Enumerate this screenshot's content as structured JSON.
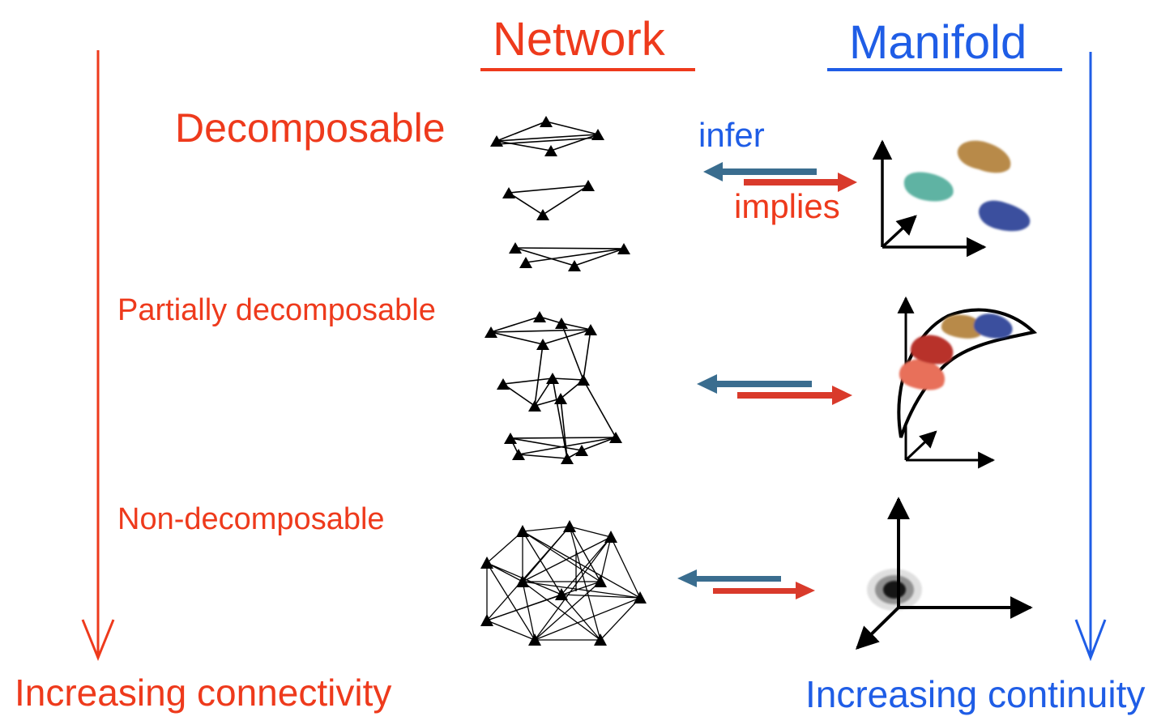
{
  "headers": {
    "network": "Network",
    "manifold": "Manifold"
  },
  "rows": [
    {
      "label": "Decomposable"
    },
    {
      "label": "Partially decomposable"
    },
    {
      "label": "Non-decomposable"
    }
  ],
  "arrows": {
    "infer": "infer",
    "implies": "implies"
  },
  "axes": {
    "left": "Increasing connectivity",
    "right": "Increasing continuity"
  },
  "colors": {
    "red": "#ee3a1c",
    "blue": "#1f5de6",
    "infer_arrow": "#3a6d8f",
    "implies_arrow": "#d93a2b",
    "cluster_teal": "#5fb3a3",
    "cluster_brown": "#b88a4a",
    "cluster_navy": "#3a4f9e",
    "cluster_crimson": "#b8302b",
    "cluster_salmon": "#e8705a"
  },
  "icons": [
    "triangle-node-icon",
    "axis-arrow-icon",
    "point-cloud-icon"
  ]
}
